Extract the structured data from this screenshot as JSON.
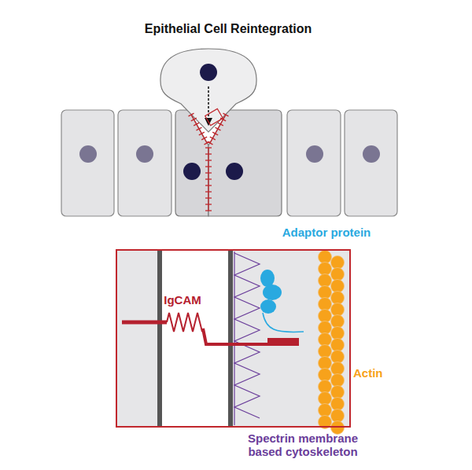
{
  "diagram": {
    "title": "Epithelial Cell Reintegration",
    "labels": [
      "Adaptor protein",
      "IgCAM",
      "Actin",
      "Spectrin membrane based cytoskeleton"
    ]
  }
}
